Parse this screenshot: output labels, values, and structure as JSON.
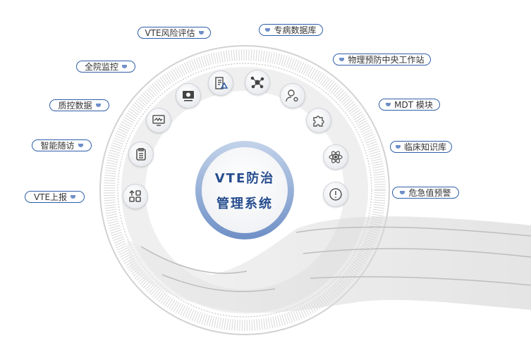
{
  "center": {
    "line1": "VTE防治",
    "line2": "管理系统"
  },
  "labels_left": [
    "VTE风险评估",
    "全院监控",
    "质控数据",
    "智能随访",
    "VTE上报"
  ],
  "labels_right": [
    "专病数据库",
    "物理预防中央工作站",
    "MDT 模块",
    "临床知识库",
    "危急值预警"
  ],
  "icons": [
    "upload-grid-icon",
    "clipboard-icon",
    "monitor-pulse-icon",
    "screen-camera-icon",
    "document-warning-icon",
    "network-hub-icon",
    "user-gear-icon",
    "puzzle-icon",
    "atom-icon",
    "alert-circle-icon"
  ],
  "colors": {
    "accent": "#2f5ea8",
    "text": "#264d8e"
  }
}
